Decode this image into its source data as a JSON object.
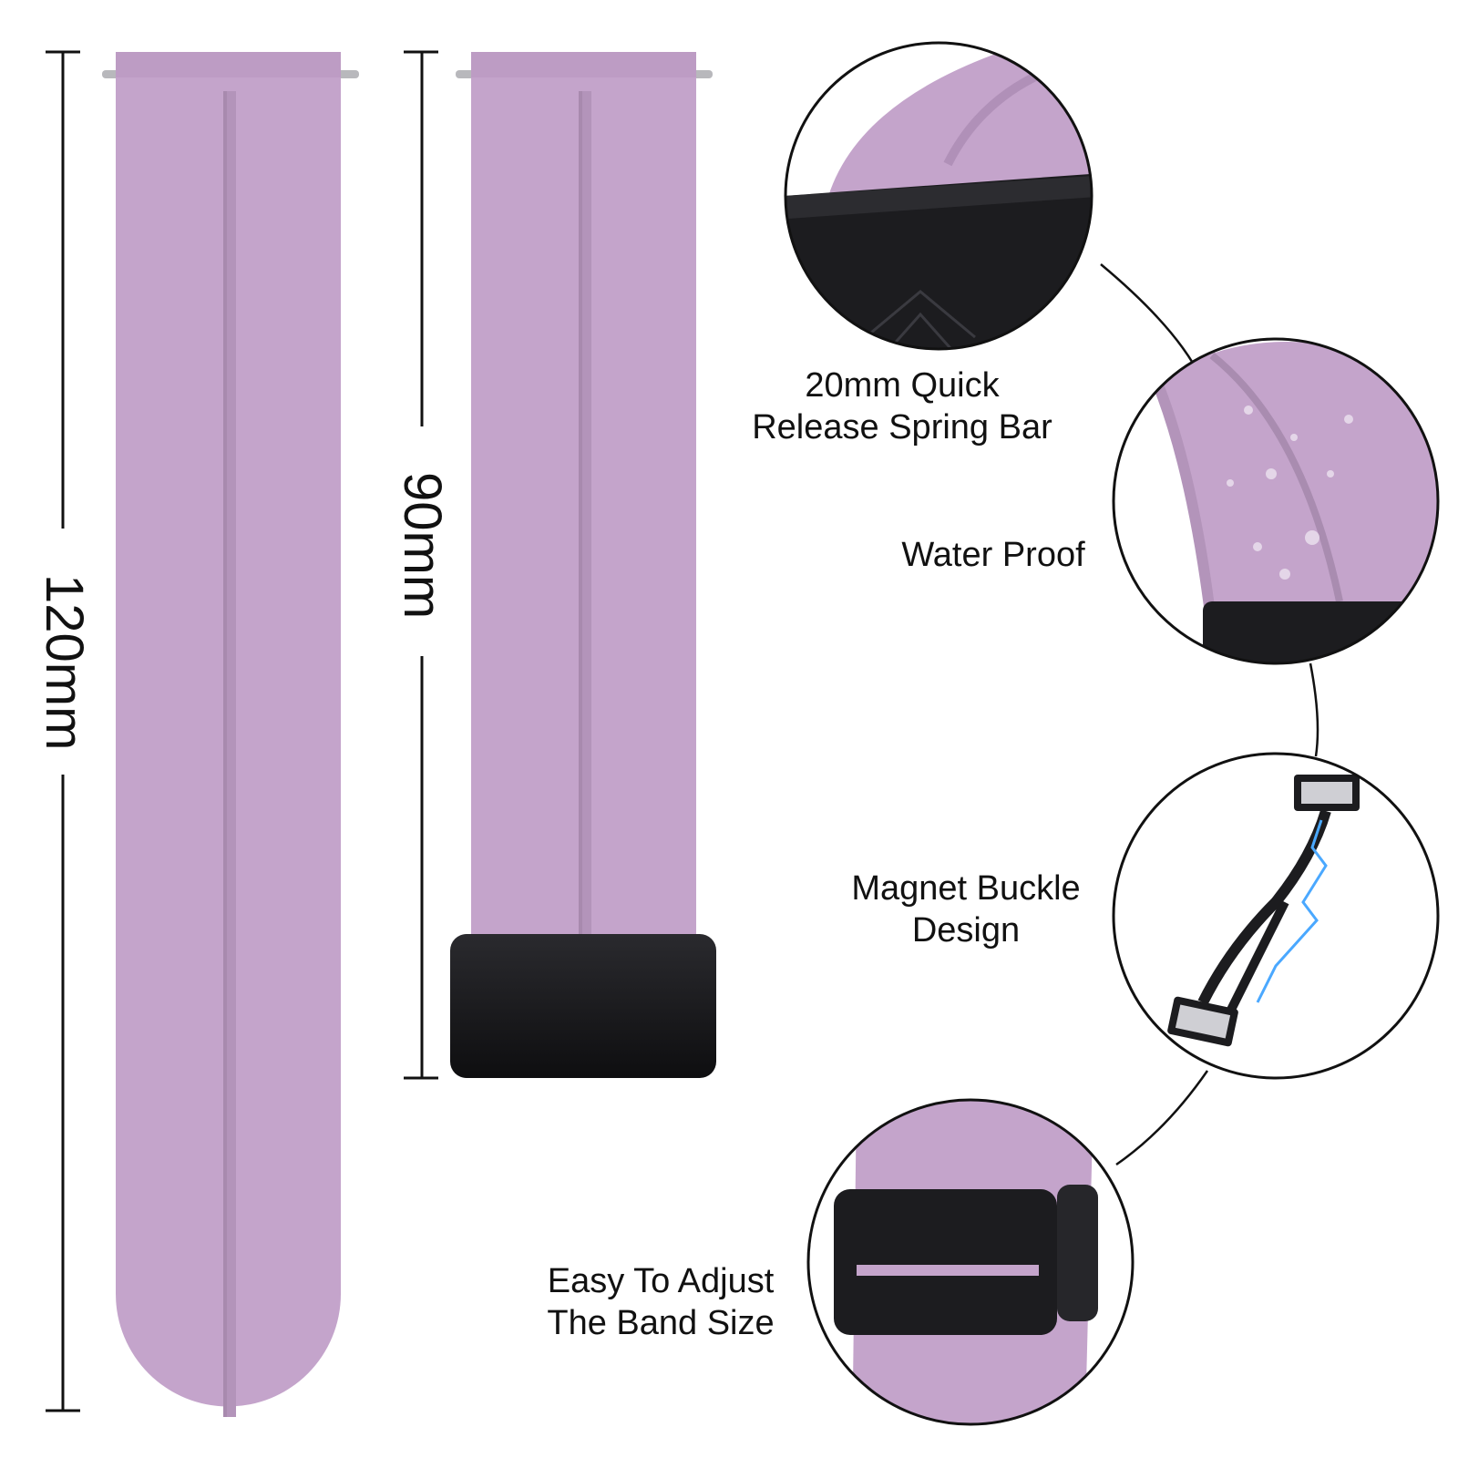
{
  "colors": {
    "band": "#c4a4cb",
    "band_shadow": "#a98cb0",
    "band_highlight": "#d3b9d8",
    "buckle": "#1c1c1f",
    "line": "#111111",
    "bolt": "#4aa8ff"
  },
  "dimensions": {
    "long_strap": "120mm",
    "short_strap": "90mm"
  },
  "features": [
    {
      "id": "spring-bar",
      "line1": "20mm Quick",
      "line2": "Release Spring Bar"
    },
    {
      "id": "waterproof",
      "line1": "Water Proof",
      "line2": ""
    },
    {
      "id": "magnet",
      "line1": "Magnet Buckle",
      "line2": "Design"
    },
    {
      "id": "adjust",
      "line1": "Easy To Adjust",
      "line2": "The Band Size"
    }
  ]
}
